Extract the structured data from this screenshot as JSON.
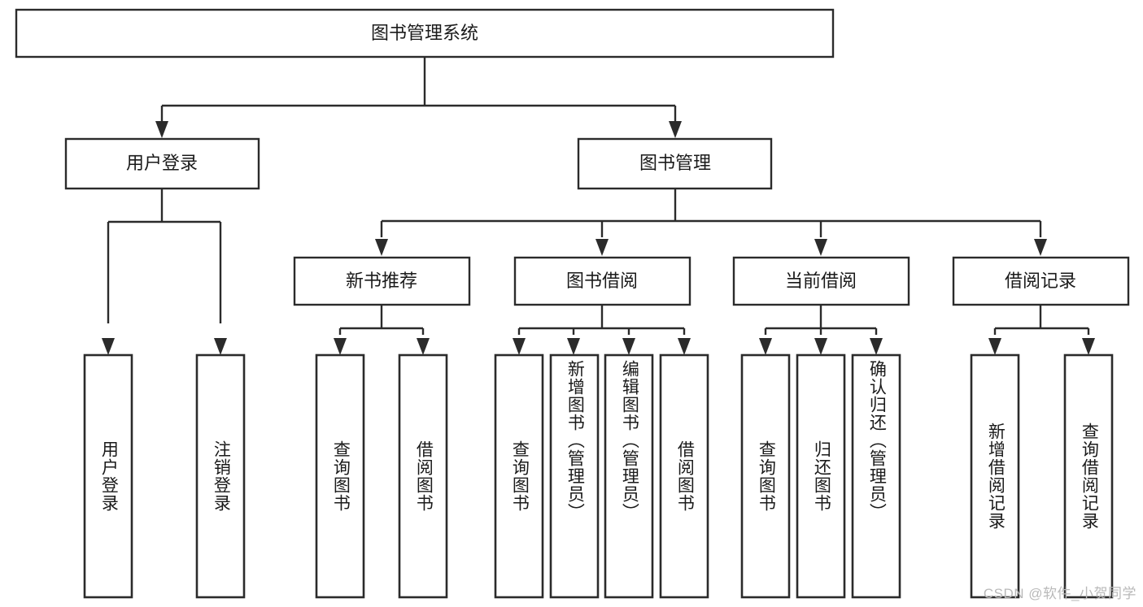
{
  "diagram": {
    "type": "tree-hierarchy-chart",
    "title": "图书管理系统",
    "watermark": "CSDN @软件_小贺同学",
    "colors": {
      "stroke": "#2b2b2b",
      "fill": "#ffffff",
      "text": "#1a1a1a",
      "watermark": "#b9b9b9"
    },
    "levels": {
      "level0": [
        {
          "id": "root",
          "label": "图书管理系统"
        }
      ],
      "level1": [
        {
          "id": "login",
          "label": "用户登录",
          "parent": "root"
        },
        {
          "id": "bookmgmt",
          "label": "图书管理",
          "parent": "root"
        }
      ],
      "level2": [
        {
          "id": "newbook",
          "label": "新书推荐",
          "parent": "bookmgmt"
        },
        {
          "id": "borrow",
          "label": "图书借阅",
          "parent": "bookmgmt"
        },
        {
          "id": "current",
          "label": "当前借阅",
          "parent": "bookmgmt"
        },
        {
          "id": "record",
          "label": "借阅记录",
          "parent": "bookmgmt"
        }
      ],
      "level3": [
        {
          "id": "leaf-1",
          "label": "用户登录",
          "parent": "login"
        },
        {
          "id": "leaf-2",
          "label": "注销登录",
          "parent": "login"
        },
        {
          "id": "leaf-3",
          "label": "查询图书",
          "parent": "newbook"
        },
        {
          "id": "leaf-4",
          "label": "借阅图书",
          "parent": "newbook"
        },
        {
          "id": "leaf-5",
          "label": "查询图书",
          "parent": "borrow"
        },
        {
          "id": "leaf-6",
          "label": "新增图书（管理员）",
          "parent": "borrow"
        },
        {
          "id": "leaf-7",
          "label": "编辑图书（管理员）",
          "parent": "borrow"
        },
        {
          "id": "leaf-8",
          "label": "借阅图书",
          "parent": "borrow"
        },
        {
          "id": "leaf-9",
          "label": "查询图书",
          "parent": "current"
        },
        {
          "id": "leaf-10",
          "label": "归还图书",
          "parent": "current"
        },
        {
          "id": "leaf-11",
          "label": "确认归还（管理员）",
          "parent": "current"
        },
        {
          "id": "leaf-12",
          "label": "新增借阅记录",
          "parent": "record"
        },
        {
          "id": "leaf-13",
          "label": "查询借阅记录",
          "parent": "record"
        }
      ]
    }
  }
}
